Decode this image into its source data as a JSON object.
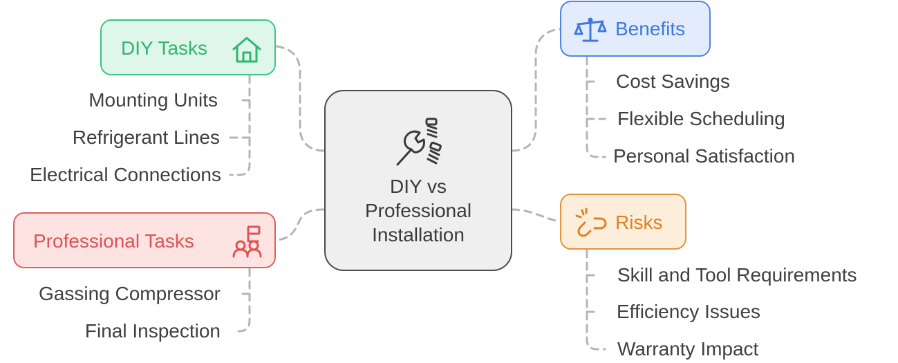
{
  "center": {
    "title_line1": "DIY vs",
    "title_line2": "Professional",
    "title_line3": "Installation",
    "icon": "wrench-bolts-icon"
  },
  "diy_tasks": {
    "title": "DIY Tasks",
    "icon": "house-icon",
    "color": "#3ec482",
    "items": [
      "Mounting Units",
      "Refrigerant Lines",
      "Electrical Connections"
    ]
  },
  "professional_tasks": {
    "title": "Professional Tasks",
    "icon": "technician-icon",
    "color": "#de5f5f",
    "items": [
      "Gassing Compressor",
      "Final Inspection"
    ]
  },
  "benefits": {
    "title": "Benefits",
    "icon": "scale-icon",
    "color": "#4d86e6",
    "items": [
      "Cost Savings",
      "Flexible Scheduling",
      "Personal Satisfaction"
    ]
  },
  "risks": {
    "title": "Risks",
    "icon": "broken-link-icon",
    "color": "#e6923a",
    "items": [
      "Skill and Tool Requirements",
      "Efficiency Issues",
      "Warranty Impact"
    ]
  }
}
